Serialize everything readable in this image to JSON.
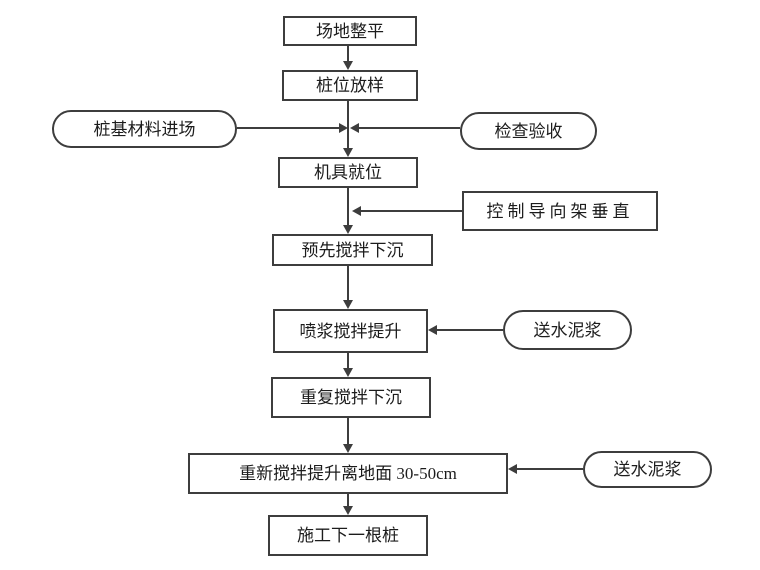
{
  "diagram": {
    "type": "flowchart",
    "background": "#ffffff",
    "line_color": "#3d3d3d",
    "text_color": "#1c1c1c",
    "nodes": {
      "site_leveling": {
        "label": "场地整平",
        "shape": "rect"
      },
      "pile_layout": {
        "label": "桩位放样",
        "shape": "rect"
      },
      "materials_entry": {
        "label": "桩基材料进场",
        "shape": "oval"
      },
      "inspection": {
        "label": "检查验收",
        "shape": "oval"
      },
      "equipment_in_place": {
        "label": "机具就位",
        "shape": "rect"
      },
      "guide_frame": {
        "label": "控制导向架垂直",
        "shape": "rect"
      },
      "premix_sinking": {
        "label": "预先搅拌下沉",
        "shape": "rect"
      },
      "grout_mix_lift": {
        "label": "喷浆搅拌提升",
        "shape": "rect"
      },
      "send_slurry_1": {
        "label": "送水泥浆",
        "shape": "oval"
      },
      "repeat_mix_sinking": {
        "label": "重复搅拌下沉",
        "shape": "rect"
      },
      "remix_lift_30_50": {
        "label": "重新搅拌提升离地面 30-50cm",
        "shape": "rect"
      },
      "send_slurry_2": {
        "label": "送水泥浆",
        "shape": "oval"
      },
      "next_pile": {
        "label": "施工下一根桩",
        "shape": "rect"
      }
    },
    "edges": [
      {
        "from": "site_leveling",
        "to": "pile_layout",
        "arrow": "down"
      },
      {
        "from": "pile_layout",
        "to": "equipment_in_place",
        "arrow": "down"
      },
      {
        "from": "materials_entry",
        "to": "pile_layout-equipment_in_place line",
        "arrow": "right"
      },
      {
        "from": "inspection",
        "to": "pile_layout-equipment_in_place line",
        "arrow": "left"
      },
      {
        "from": "equipment_in_place",
        "to": "premix_sinking",
        "arrow": "down"
      },
      {
        "from": "guide_frame",
        "to": "equipment_in_place-premix_sinking line",
        "arrow": "left"
      },
      {
        "from": "premix_sinking",
        "to": "grout_mix_lift",
        "arrow": "down"
      },
      {
        "from": "send_slurry_1",
        "to": "grout_mix_lift",
        "arrow": "left"
      },
      {
        "from": "grout_mix_lift",
        "to": "repeat_mix_sinking",
        "arrow": "down"
      },
      {
        "from": "repeat_mix_sinking",
        "to": "remix_lift_30_50",
        "arrow": "down"
      },
      {
        "from": "send_slurry_2",
        "to": "remix_lift_30_50",
        "arrow": "left"
      },
      {
        "from": "remix_lift_30_50",
        "to": "next_pile",
        "arrow": "down"
      }
    ]
  }
}
